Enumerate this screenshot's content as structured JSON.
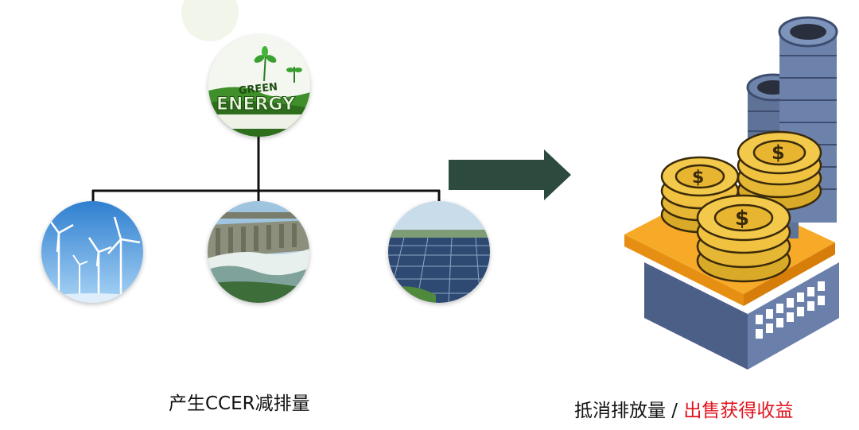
{
  "top_node": {
    "icon": "green-energy-icon",
    "text_line1": "GREEN",
    "text_line2": "ENERGY"
  },
  "sources": [
    {
      "icon": "wind-turbine-icon"
    },
    {
      "icon": "hydro-dam-icon"
    },
    {
      "icon": "solar-panel-icon"
    }
  ],
  "arrow": {
    "icon": "right-arrow-icon",
    "color": "#2c4a3e"
  },
  "factory": {
    "icon": "coin-factory-icon",
    "coin_color": "#f3c94b",
    "roof_color": "#f7a928",
    "wall_color": "#5b6f95"
  },
  "captions": {
    "left": "产生CCER减排量",
    "right_black": "抵消排放量 / ",
    "right_red": "出售获得收益"
  },
  "colors": {
    "accent_red": "#e0141e",
    "line": "#111111"
  }
}
